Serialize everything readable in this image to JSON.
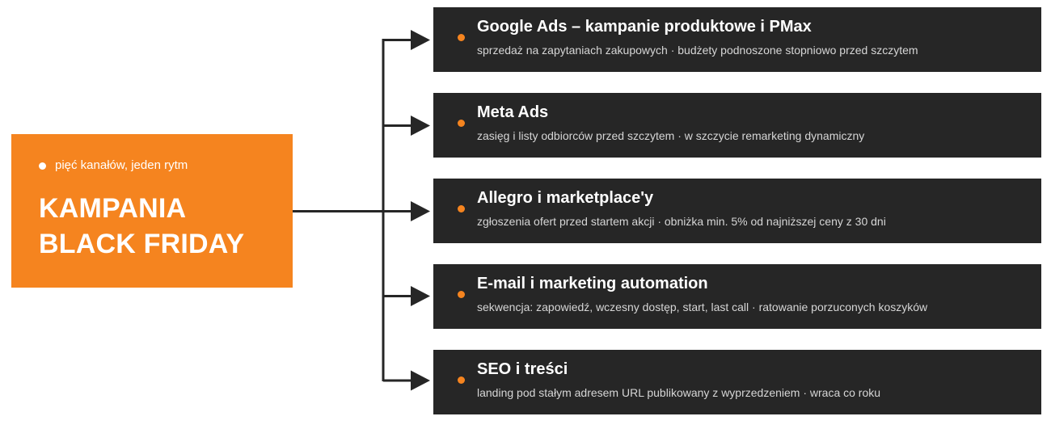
{
  "hub": {
    "tag": "pięć kanałów, jeden rytm",
    "title": "KAMPANIA\nBLACK FRIDAY"
  },
  "channels": [
    {
      "title": "Google Ads – kampanie produktowe i PMax",
      "desc": "sprzedaż na zapytaniach zakupowych · budżety podnoszone stopniowo przed szczytem"
    },
    {
      "title": "Meta Ads",
      "desc": "zasięg i listy odbiorców przed szczytem · w szczycie remarketing dynamiczny"
    },
    {
      "title": "Allegro i marketplace'y",
      "desc": "zgłoszenia ofert przed startem akcji · obniżka min. 5% od najniższej ceny z 30 dni"
    },
    {
      "title": "E-mail i marketing automation",
      "desc": "sekwencja: zapowiedź, wczesny dostęp, start, last call · ratowanie porzuconych koszyków"
    },
    {
      "title": "SEO i treści",
      "desc": "landing pod stałym adresem URL publikowany z wyprzedzeniem · wraca co roku"
    }
  ],
  "colors": {
    "accent": "#f5841f",
    "card": "#262626",
    "connector": "#262626",
    "text": "#ffffff"
  }
}
